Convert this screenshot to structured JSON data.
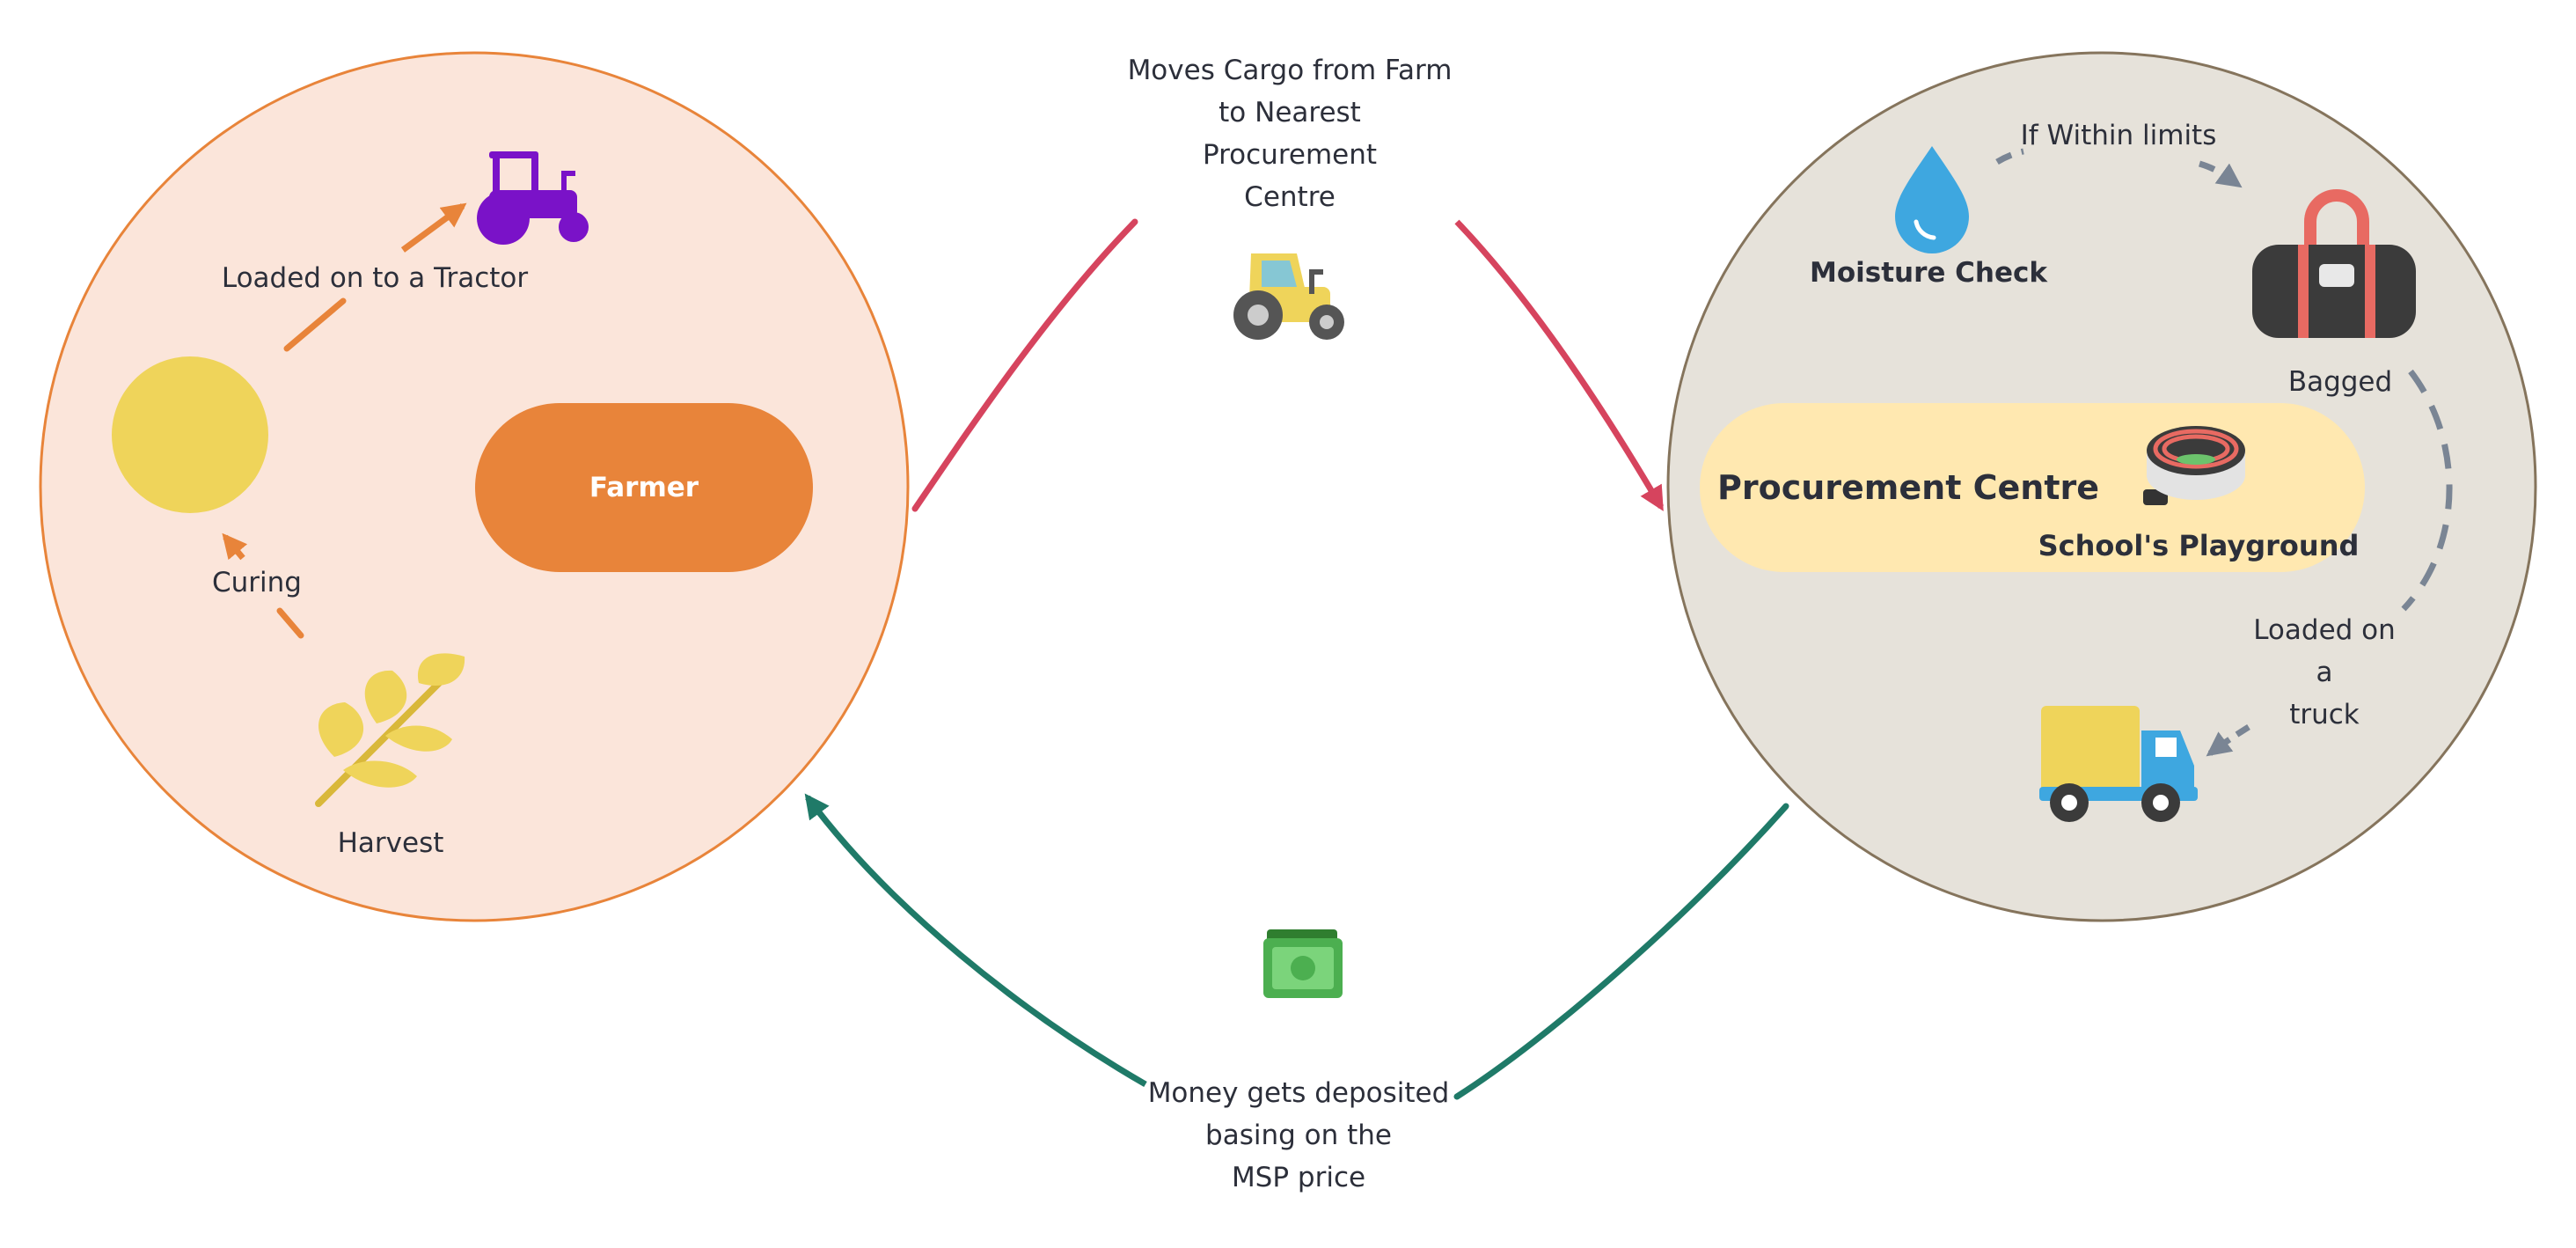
{
  "farm": {
    "farmer_label": "Farmer",
    "steps": {
      "harvest": "Harvest",
      "curing": "Curing",
      "loaded_tractor": "Loaded on to a Tractor"
    }
  },
  "transport_top": {
    "lines": [
      "Moves Cargo from Farm",
      "to Nearest",
      "Procurement",
      "Centre"
    ]
  },
  "procurement": {
    "centre_label": "Procurement Centre",
    "location_label": "School's Playground",
    "moisture_label": "Moisture Check",
    "within_limits_label": "If Within limits",
    "bagged_label": "Bagged",
    "truck_lines": [
      "Loaded on",
      "a",
      "truck"
    ]
  },
  "payment": {
    "lines": [
      "Money gets deposited",
      "basing on the",
      "MSP price"
    ]
  },
  "colors": {
    "farm_bg": "#fbe5da",
    "farm_border": "#e8843a",
    "farmer_pill": "#e8843a",
    "centre_bg": "#e6e2da",
    "centre_border": "#85745c",
    "centre_pill": "#ffe8b0",
    "to_centre_arrow": "#d6445e",
    "payment_arrow": "#1f7a68",
    "inner_dashed": "#7a8594",
    "tractor_purple": "#7a12c8",
    "grain_yellow": "#efd45a"
  }
}
